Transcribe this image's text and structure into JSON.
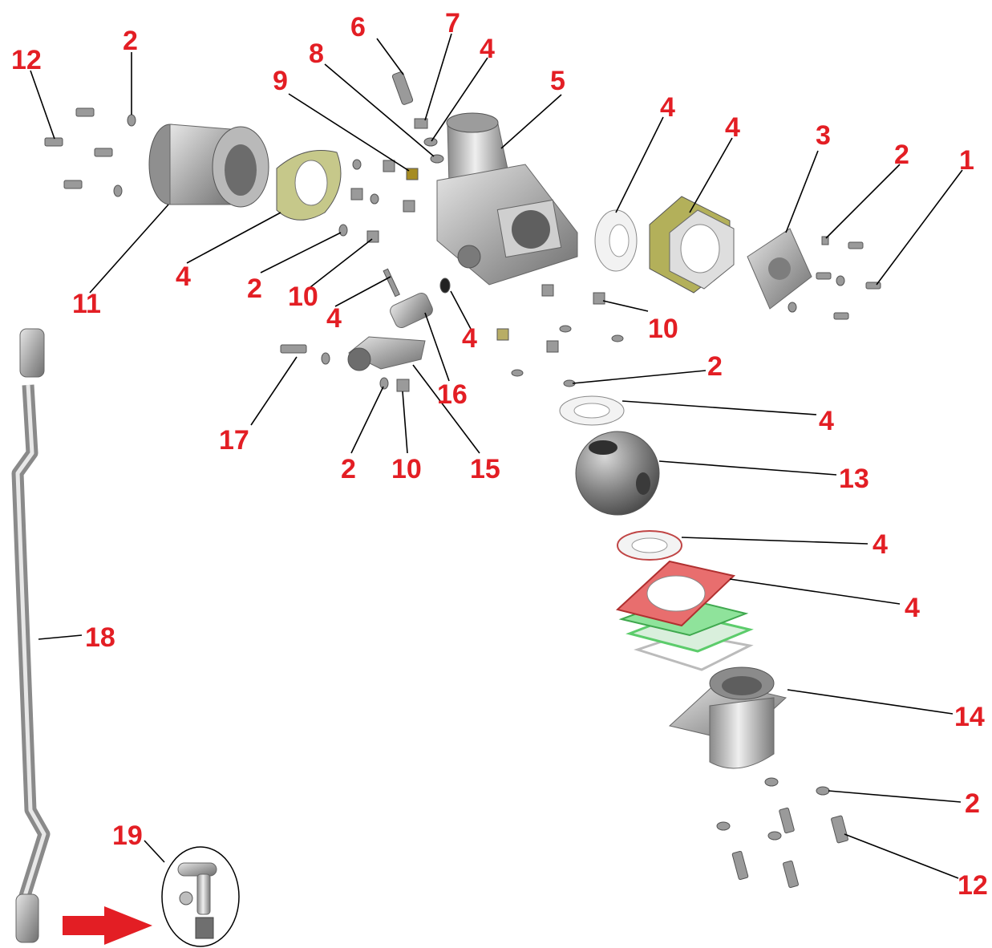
{
  "diagram": {
    "callout_color": "#e31e24",
    "part_color": "#9a9a9a",
    "callouts": [
      {
        "key": "c12a",
        "text": "12"
      },
      {
        "key": "c2a",
        "text": "2"
      },
      {
        "key": "c6",
        "text": "6"
      },
      {
        "key": "c7",
        "text": "7"
      },
      {
        "key": "c8",
        "text": "8"
      },
      {
        "key": "c4a",
        "text": "4"
      },
      {
        "key": "c9",
        "text": "9"
      },
      {
        "key": "c5",
        "text": "5"
      },
      {
        "key": "c4b",
        "text": "4"
      },
      {
        "key": "c4c",
        "text": "4"
      },
      {
        "key": "c3",
        "text": "3"
      },
      {
        "key": "c2b",
        "text": "2"
      },
      {
        "key": "c1",
        "text": "1"
      },
      {
        "key": "c4d",
        "text": "4"
      },
      {
        "key": "c2c",
        "text": "2"
      },
      {
        "key": "c10a",
        "text": "10"
      },
      {
        "key": "c11",
        "text": "11"
      },
      {
        "key": "c4e",
        "text": "4"
      },
      {
        "key": "c4f",
        "text": "4"
      },
      {
        "key": "c10b",
        "text": "10"
      },
      {
        "key": "c2d",
        "text": "2"
      },
      {
        "key": "c16",
        "text": "16"
      },
      {
        "key": "c4g",
        "text": "4"
      },
      {
        "key": "c17",
        "text": "17"
      },
      {
        "key": "c2e",
        "text": "2"
      },
      {
        "key": "c10c",
        "text": "10"
      },
      {
        "key": "c15",
        "text": "15"
      },
      {
        "key": "c13",
        "text": "13"
      },
      {
        "key": "c4h",
        "text": "4"
      },
      {
        "key": "c4i",
        "text": "4"
      },
      {
        "key": "c18",
        "text": "18"
      },
      {
        "key": "c14",
        "text": "14"
      },
      {
        "key": "c2f",
        "text": "2"
      },
      {
        "key": "c19",
        "text": "19"
      },
      {
        "key": "c12b",
        "text": "12"
      }
    ]
  }
}
